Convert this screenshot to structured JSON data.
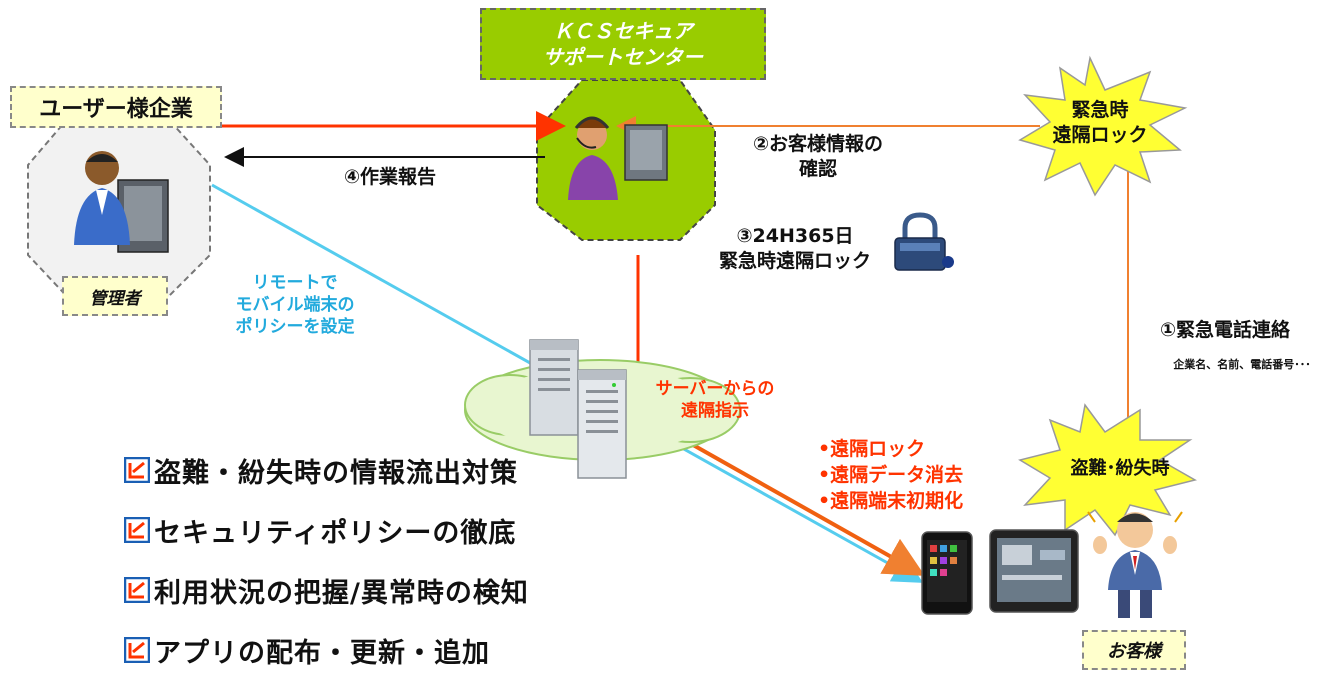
{
  "support_center": {
    "title_line1": "ＫＣＳセキュア",
    "title_line2": "サポートセンター"
  },
  "user_company": {
    "label": "ユーザー様企業",
    "role": "管理者"
  },
  "emergency_lock": {
    "line1": "緊急時",
    "line2": "遠隔ロック"
  },
  "theft_loss": {
    "label": "盗難･紛失時"
  },
  "customer": {
    "label": "お客様"
  },
  "flows": {
    "confirm_line1": "②お客様情報の",
    "confirm_line2": "確認",
    "report": "④作業報告",
    "lock_247_line1": "③24H365日",
    "lock_247_line2": "緊急時遠隔ロック",
    "remote_policy_line1": "リモートで",
    "remote_policy_line2": "モバイル端末の",
    "remote_policy_line3": "ポリシーを設定",
    "server_instruct_line1": "サーバーからの",
    "server_instruct_line2": "遠隔指示",
    "emergency_call": "①緊急電話連絡",
    "emergency_call_detail": "企業名、名前、電話番号･･･"
  },
  "remote_actions": [
    "•遠隔ロック",
    "•遠隔データ消去",
    "•遠隔端末初期化"
  ],
  "features": [
    "盗難・紛失時の情報流出対策",
    "セキュリティポリシーの徹底",
    "利用状況の把握/異常時の検知",
    "アプリの配布・更新・追加"
  ],
  "colors": {
    "center_green": "#99cc00",
    "label_yellow": "#ffffcc",
    "star_yellow": "#ffff33",
    "red_arrow": "#ff3300",
    "orange_line": "#f08030",
    "cyan_line": "#55ccee",
    "action_red": "#ff3300",
    "policy_blue": "#22aadd"
  },
  "icons": [
    "operator-headset-icon",
    "admin-user-icon",
    "padlock-icon",
    "server-icon",
    "cloud-icon",
    "smartphone-icon",
    "tablet-icon",
    "surprised-customer-icon",
    "checkbox-icon"
  ]
}
